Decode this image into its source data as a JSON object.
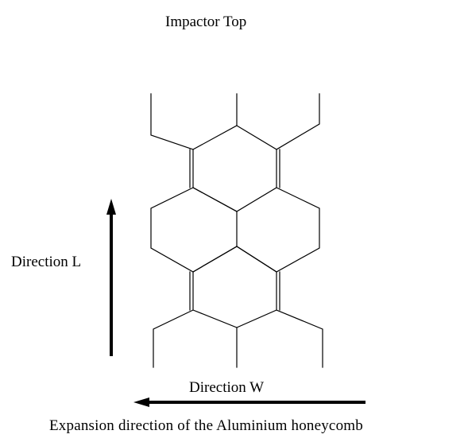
{
  "diagram": {
    "title": "Impactor Top",
    "direction_l_label": "Direction L",
    "direction_w_label": "Direction W",
    "caption": "Expansion direction of the Aluminium honeycomb",
    "colors": {
      "background": "#ffffff",
      "line": "#000000"
    }
  }
}
